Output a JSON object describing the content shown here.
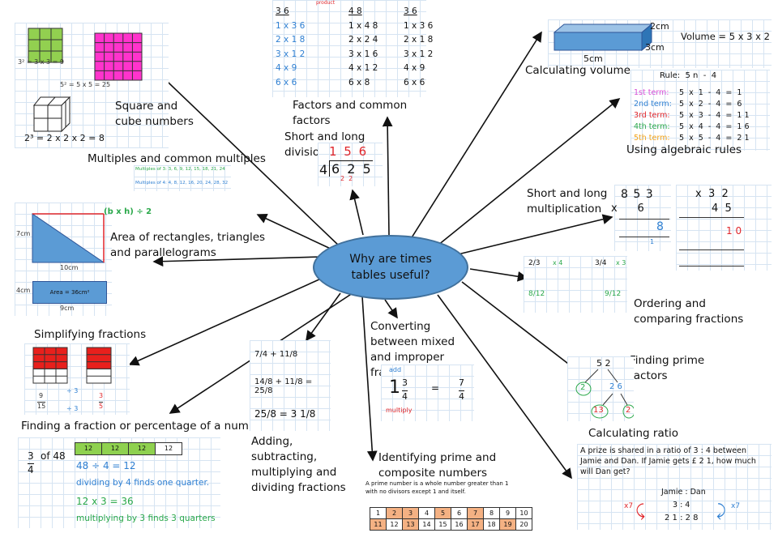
{
  "center": "Why are times tables useful?",
  "topics": {
    "square_cube": "Square and cube numbers",
    "multiples": "Multiples and common multiples",
    "area": "Area of rectangles, triangles and parallelograms",
    "simplifying": "Simplifying fractions",
    "fraction_of_number": "Finding a fraction or percentage of a number",
    "adding": "Adding, subtracting, multiplying and dividing fractions",
    "converting": "Converting between mixed and improper fractions",
    "prime_composite": "Identifying prime and composite numbers",
    "division": "Short and long division",
    "factors": "Factors and common factors",
    "volume": "Calculating volume",
    "algebra": "Using algebraic rules",
    "multiplication": "Short and long multiplication",
    "ordering": "Ordering and comparing fractions",
    "prime_factors": "Finding prime factors",
    "ratio": "Calculating ratio"
  },
  "squares": {
    "sq3": "3² = 3 x 3 = 9",
    "sq5": "5² = 5 x 5 = 25",
    "cube": "2³ = 2 x 2 x 2 = 8"
  },
  "multiples_detail": {
    "line1": "Multiples of 3:  3, 6, 9, 12, 15, 18, 21, 24",
    "line2": "Multiples of 4:  4, 8, 12, 16, 20, 24, 28, 32"
  },
  "area_detail": {
    "formula": "(b x h) ÷ 2",
    "side": "7cm",
    "base": "10cm",
    "rect_height": "4cm",
    "rect_area": "Area = 36cm²",
    "rect_width": "9cm"
  },
  "simplify_detail": {
    "frac1_num": "9",
    "frac1_den": "15",
    "div_top": "÷ 3",
    "div_bot": "÷ 3",
    "frac2_num": "3",
    "frac2_den": "5"
  },
  "fraction_number_detail": {
    "expr_num": "3",
    "expr_den": "4",
    "expr_of": "of 48",
    "bar": [
      "12",
      "12",
      "12",
      "12"
    ],
    "line1": "48 ÷ 4 = 12",
    "line2": "dividing by 4 finds one quarter.",
    "line3": "12 x 3 = 36",
    "line4": "multiplying by 3 finds 3 quarters"
  },
  "adding_detail": {
    "row1": "7/4 + 11/8",
    "row2": "14/8 + 11/8 = 25/8",
    "row3": "25/8 = 3 1/8"
  },
  "converting_detail": {
    "add": "add",
    "mixed_whole": "1",
    "mixed_num": "3",
    "mixed_den": "4",
    "improper_num": "7",
    "improper_den": "4",
    "multiply": "multiply"
  },
  "prime_detail": {
    "definition": "A prime number is a whole number greater than 1 with no divisors except 1 and itself.",
    "grid_row1": [
      "1",
      "2",
      "3",
      "4",
      "5",
      "6",
      "7",
      "8",
      "9",
      "10"
    ],
    "grid_row2": [
      "11",
      "12",
      "13",
      "14",
      "15",
      "16",
      "17",
      "18",
      "19",
      "20"
    ],
    "highlight": [
      "2",
      "3",
      "5",
      "7",
      "11",
      "13",
      "17",
      "19"
    ]
  },
  "division_detail": {
    "quotient": "1 5 6",
    "divisor": "4",
    "dividend": "6 2 5",
    "carries": "2  2"
  },
  "factors_detail": {
    "label": "product",
    "col1": [
      "3 6",
      "1 x 3 6",
      "2 x 1 8",
      "3 x 1 2",
      "4 x 9",
      "6 x 6"
    ],
    "col2": [
      "4 8",
      "1 x 4 8",
      "2 x 2 4",
      "3 x 1 6",
      "4 x 1 2",
      "6 x 8"
    ],
    "col3": [
      "3 6",
      "1 x 3 6",
      "2 x 1 8",
      "3 x 1 2",
      "4 x 9",
      "6 x 6"
    ]
  },
  "volume_detail": {
    "height": "2cm",
    "depth": "3cm",
    "width": "5cm",
    "formula": "Volume = 5 x 3 x 2"
  },
  "algebra_detail": {
    "rule": "Rule:  5 n  -  4",
    "terms": [
      {
        "label": "1st term:",
        "expr": "5  x  1  -  4  =  1",
        "color": "#d94fd6"
      },
      {
        "label": "2nd term:",
        "expr": "5  x  2  -  4  =  6",
        "color": "#2e7fd2"
      },
      {
        "label": "3rd term:",
        "expr": "5  x  3  -  4  =  1 1",
        "color": "#e0262b"
      },
      {
        "label": "4th term:",
        "expr": "5  x  4  -  4  =  1 6",
        "color": "#2aa84a"
      },
      {
        "label": "5th term:",
        "expr": "5  x  5  -  4  =  2 1",
        "color": "#f2a31b"
      }
    ]
  },
  "multiplication_detail": {
    "short_top": "8 5 3",
    "short_mult": "x      6",
    "short_ans": "8",
    "short_carry": "1",
    "long_top": "x  3  2",
    "long_mult": "4  5",
    "long_row": "1 0"
  },
  "ordering_detail": {
    "f1": "2/3",
    "m1": "x 4",
    "f2": "3/4",
    "m2": "x 3",
    "r1": "8/12",
    "r2": "9/12"
  },
  "prime_factors_detail": {
    "top": "5 2",
    "n1": "2",
    "n2": "2 6",
    "n3": "13",
    "n4": "2"
  },
  "ratio_detail": {
    "question": "A prize is shared in a ratio of  3 : 4 between Jamie and Dan. If Jamie gets  £ 2 1, how much will Dan get?",
    "names": "Jamie : Dan",
    "ratio": "3 : 4",
    "answer": "2 1 : 2 8",
    "x7a": "x7",
    "x7b": "x7"
  },
  "colors": {
    "ellipse": "#5b9bd5",
    "ellipse_border": "#41719c",
    "green_square": "#92d050",
    "magenta_square": "#ff33cc",
    "triangle": "#5b9bd5",
    "red": "#e0262b",
    "bar_green": "#8fd14f",
    "prime_orange": "#f4b183",
    "volume_box": "#5b9bd5"
  }
}
